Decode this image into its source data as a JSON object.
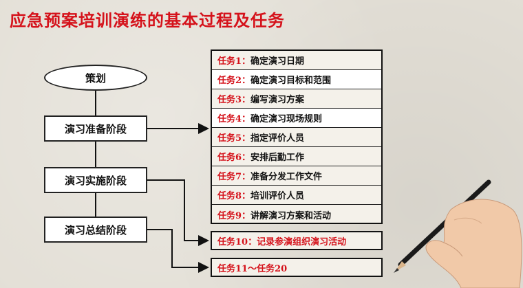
{
  "title": "应急预案培训演练的基本过程及任务",
  "plan_label": "策划",
  "phases": [
    "演习准备阶段",
    "演习实施阶段",
    "演习总结阶段"
  ],
  "tasks": [
    {
      "num": "任务1：",
      "text": "确定演习日期"
    },
    {
      "num": "任务2：",
      "text": "确定演习目标和范围"
    },
    {
      "num": "任务3：",
      "text": "编写演习方案"
    },
    {
      "num": "任务4：",
      "text": "确定演习现场规则"
    },
    {
      "num": "任务5：",
      "text": "指定评价人员"
    },
    {
      "num": "任务6：",
      "text": "安排后勤工作"
    },
    {
      "num": "任务7：",
      "text": "准备分发工作文件"
    },
    {
      "num": "任务8：",
      "text": "培训评价人员"
    },
    {
      "num": "任务9：",
      "text": "讲解演习方案和活动"
    }
  ],
  "task10": {
    "num": "任务10：",
    "text": "记录参演组织演习活动"
  },
  "task11": "任务11～任务20",
  "colors": {
    "accent": "#d5121b",
    "background": "#e3dfd6"
  }
}
